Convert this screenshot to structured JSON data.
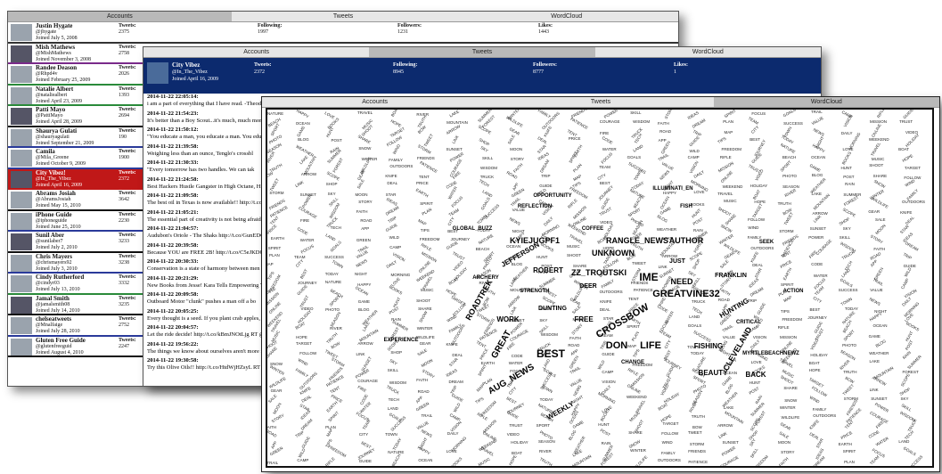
{
  "tabs": [
    "Accounts",
    "Tweets",
    "WordCloud"
  ],
  "stat_labels": {
    "tweets": "Tweets:",
    "following": "Following:",
    "followers": "Followers:",
    "likes": "Likes:"
  },
  "top_account": {
    "tweets": "2375",
    "following": "1997",
    "followers": "1231",
    "likes": "1443"
  },
  "accounts": [
    {
      "name": "Justin Hygate",
      "handle": "@jhygate",
      "joined": "Joined July 5, 2008",
      "tweets": "2375"
    },
    {
      "name": "Mish Mathews",
      "handle": "@MishMathews",
      "joined": "Joined November 3, 2008",
      "tweets": "2758"
    },
    {
      "name": "Randee Deason",
      "handle": "@Rhpd4v",
      "joined": "Joined February 25, 2009",
      "tweets": "2026"
    },
    {
      "name": "Natalie Albert",
      "handle": "@nataliealbert",
      "joined": "Joined April 23, 2009",
      "tweets": "1393"
    },
    {
      "name": "Patti Mayo",
      "handle": "@PattiMayo",
      "joined": "Joined April 28, 2009",
      "tweets": "2694"
    },
    {
      "name": "Shaurya Gulati",
      "handle": "@shauryagulati",
      "joined": "Joined September 21, 2009",
      "tweets": "190"
    },
    {
      "name": "Camila",
      "handle": "@Mila_Greene",
      "joined": "Joined October 9, 2009",
      "tweets": "1900"
    },
    {
      "name": "City Vibez!",
      "handle": "@In_The_Vibez",
      "joined": "Joined April 16, 2009",
      "tweets": "2372"
    },
    {
      "name": "Abrams Josiah",
      "handle": "@AbramsJosiah",
      "joined": "Joined May 15, 2010",
      "tweets": "3642"
    },
    {
      "name": "iPhone Guide",
      "handle": "@iphoneguide",
      "joined": "Joined June 25, 2010",
      "tweets": "2230"
    },
    {
      "name": "Sunil Aber",
      "handle": "@sunilaber7",
      "joined": "Joined July 2, 2010",
      "tweets": "3233"
    },
    {
      "name": "Chris Mayers",
      "handle": "@chrismayers92",
      "joined": "Joined July 3, 2010",
      "tweets": "3238"
    },
    {
      "name": "Cindy Rutherford",
      "handle": "@cindyr03",
      "joined": "Joined July 13, 2010",
      "tweets": "3332"
    },
    {
      "name": "Jamal Smith",
      "handle": "@jamalsmith08",
      "joined": "Joined July 14, 2010",
      "tweets": "3235"
    },
    {
      "name": "chelseatweets",
      "handle": "@Mnalfaige",
      "joined": "Joined July 28, 2010",
      "tweets": "2752"
    },
    {
      "name": "Gluten Free Guide",
      "handle": "@glutenfreeguid",
      "joined": "Joined August 4, 2010",
      "tweets": "2247"
    }
  ],
  "account_colors": [
    "#333333",
    "#7a2a8a",
    "#2a8a3a",
    "#2a8a3a",
    "#111111",
    "#2a3a9a",
    "#2a3a9a",
    "#c01818",
    "#111111",
    "#2a3a9a",
    "#111111",
    "#2a3a9a",
    "#2a8a3a",
    "#111111",
    "#2a3a9a",
    "#111111"
  ],
  "selected_index": 7,
  "profile": {
    "name": "City Vibez",
    "handle": "@In_The_Vibez",
    "joined": "Joined April 16, 2009",
    "tweets": "2372",
    "following": "8945",
    "followers": "8777",
    "likes": "1"
  },
  "tweets": [
    {
      "time": "2014-11-22 22:05:14:",
      "text": "i am a part of everything that I have read. -Theodore Roosevelt"
    },
    {
      "time": "2014-11-22 21:54:23:",
      "text": "It's better than a Boy Scout...it's much, much more!! h"
    },
    {
      "time": "2014-11-22 21:50:12:",
      "text": "\"You educate a man, you educate a man. You educ"
    },
    {
      "time": "2014-11-22 21:39:58:",
      "text": "Weighing less than an ounce, Tenglo's crossbl"
    },
    {
      "time": "2014-11-22 21:30:33:",
      "text": "\"Every tomorrow has two handles. We can tak"
    },
    {
      "time": "2014-11-22 21:24:58:",
      "text": "Best Hackers Hustle Gangster in High Octane, High"
    },
    {
      "time": "2014-11-22 21:09:58:",
      "text": "The best oil in Texas is now available!!  http://t.co/"
    },
    {
      "time": "2014-11-22 21:05:21:",
      "text": "The essential part of creativity is not being afraid t"
    },
    {
      "time": "2014-11-22 21:04:57:",
      "text": "Audubon's Oriole - The Shaks http://t.co/GunEDCo"
    },
    {
      "time": "2014-11-22 20:39:58:",
      "text": "Because YOU are FREE 2B! http://t.co/C5eJKDC"
    },
    {
      "time": "2014-11-22 20:30:33:",
      "text": "Conservation is a state of harmony between men an"
    },
    {
      "time": "2014-11-22 20:21:29:",
      "text": "New Books from Jesse! Kara Tells Empowering Tale"
    },
    {
      "time": "2014-11-22 20:09:58:",
      "text": "Outboard Motor \"clunk\" pushes a man off a bo"
    },
    {
      "time": "2014-11-22 20:05:25:",
      "text": "Every thought is a seed. If you plant crab apples, do"
    },
    {
      "time": "2014-11-22 20:04:57:",
      "text": "Let the ride decide! http://t.co/kBmJNOtLjg RT @"
    },
    {
      "time": "2014-11-22 19:56:22:",
      "text": "The things we know about ourselves aren't more real"
    },
    {
      "time": "2014-11-22 19:30:58:",
      "text": "Try this Olive Oils!! http://t.co/HtdWjHZsyL RT @"
    }
  ],
  "wordcloud": {
    "words": [
      {
        "text": "GREATVINE32",
        "size": 11,
        "angle": 0
      },
      {
        "text": "CROSSBOW",
        "size": 11,
        "angle": -30
      },
      {
        "text": "BEST",
        "size": 12,
        "angle": 0
      },
      {
        "text": "DON",
        "size": 11,
        "angle": 0
      },
      {
        "text": "LIFE",
        "size": 11,
        "angle": 0
      },
      {
        "text": "IME",
        "size": 12,
        "angle": 0
      },
      {
        "text": "NEED",
        "size": 9,
        "angle": 0
      },
      {
        "text": "AUTHOR",
        "size": 9,
        "angle": 0
      },
      {
        "text": "KYIEJUGPF1",
        "size": 9,
        "angle": 0
      },
      {
        "text": "RANGLE_NEWS",
        "size": 9,
        "angle": 0
      },
      {
        "text": "UNKNOWN",
        "size": 9,
        "angle": 0
      },
      {
        "text": "ZZ_TROUTSKI",
        "size": 9,
        "angle": 0
      },
      {
        "text": "ROBERT",
        "size": 8,
        "angle": 0
      },
      {
        "text": "FISHING",
        "size": 8,
        "angle": 0
      },
      {
        "text": "AUG_NEWS",
        "size": 10,
        "angle": -30
      },
      {
        "text": "GREAT",
        "size": 10,
        "angle": -60
      },
      {
        "text": "CLEVELAND",
        "size": 9,
        "angle": -60
      },
      {
        "text": "JEFFERSON",
        "size": 8,
        "angle": -30
      },
      {
        "text": "ROADTREK",
        "size": 9,
        "angle": -60
      },
      {
        "text": "BEAUTY",
        "size": 8,
        "angle": 0
      },
      {
        "text": "BACK",
        "size": 8,
        "angle": 0
      },
      {
        "text": "HUNTING",
        "size": 8,
        "angle": -30
      },
      {
        "text": "FRANKLIN",
        "size": 7,
        "angle": 0
      },
      {
        "text": "MYRTLEBEACHNEWZ",
        "size": 6,
        "angle": 0
      },
      {
        "text": "EXPERIENCE",
        "size": 6,
        "angle": 0
      },
      {
        "text": "CHANGE",
        "size": 6,
        "angle": 0
      },
      {
        "text": "COFFEE",
        "size": 6,
        "angle": 0
      },
      {
        "text": "FISH",
        "size": 6,
        "angle": 0
      },
      {
        "text": "ILLUMINATI_EN",
        "size": 6,
        "angle": 0
      },
      {
        "text": "REFLECTION",
        "size": 6,
        "angle": 0
      },
      {
        "text": "OPPORTUNITY",
        "size": 6,
        "angle": 0
      },
      {
        "text": "GLOBAL_BUZZ",
        "size": 6,
        "angle": 0
      },
      {
        "text": "STRENGTH",
        "size": 6,
        "angle": 0
      },
      {
        "text": "ARCHERY",
        "size": 6,
        "angle": 0
      },
      {
        "text": "WORK",
        "size": 8,
        "angle": 0
      },
      {
        "text": "FREE",
        "size": 8,
        "angle": 0
      },
      {
        "text": "CRITICAL",
        "size": 6,
        "angle": 0
      },
      {
        "text": "SEEK",
        "size": 6,
        "angle": 0
      },
      {
        "text": "ACTION",
        "size": 6,
        "angle": 0
      },
      {
        "text": "WEEKLY",
        "size": 8,
        "angle": -30
      },
      {
        "text": "DEER",
        "size": 7,
        "angle": 0
      },
      {
        "text": "JUST",
        "size": 7,
        "angle": 0
      },
      {
        "text": "DUNTING",
        "size": 7,
        "angle": 0
      }
    ],
    "filler": [
      "NATURE",
      "HAPPY",
      "LOVE",
      "TRAVEL",
      "BOAT",
      "RIVER",
      "LAKE",
      "SUMMER",
      "WINTER",
      "FAMILY",
      "FRIENDS",
      "POWER",
      "SKILL",
      "STORY",
      "IDEAS",
      "SPIRIT",
      "FOCUS",
      "GOALS",
      "TRAIL",
      "CAMP",
      "RIFLE",
      "GUIDE",
      "BEACH",
      "OCEAN",
      "BOOKS",
      "MUSIC",
      "HOPE",
      "TRUTH",
      "MOUNTAIN",
      "FOREST",
      "WILDLIFE",
      "OUTDOORS",
      "PATIENCE",
      "COURAGE",
      "WISDOM",
      "FAITH",
      "DREAM",
      "PLAN",
      "TEAM",
      "SUCCESS",
      "VALUE",
      "VISION",
      "MISSION",
      "TRUST",
      "SPORT",
      "GAME",
      "HUNT",
      "SHOOT",
      "TARGET",
      "BOW",
      "ARROW",
      "SCOPE",
      "GEAR",
      "KNIFE",
      "TENT",
      "FIRE",
      "TRUCK",
      "ROAD",
      "TRIP",
      "MAP",
      "CITY",
      "TOWN",
      "NEWS",
      "DAILY",
      "ONLINE",
      "VIDEO",
      "PHOTO",
      "BLOG",
      "POST",
      "SHARE",
      "FOLLOW",
      "TWEET",
      "LINK",
      "SHOP",
      "SALE",
      "DEAL",
      "PRICE",
      "CODE",
      "TECH",
      "APP",
      "GUIDE",
      "TIPS",
      "BEST",
      "TODAY",
      "NIGHT",
      "MORNING",
      "WEEKEND",
      "HOLIDAY",
      "SEASON",
      "WEATHER",
      "RAIN",
      "SNOW",
      "WIND",
      "STORM",
      "SUNSET",
      "SKY",
      "MOON",
      "STAR",
      "EARTH",
      "WATER",
      "LAND",
      "GREEN",
      "WILD",
      "FREEDOM",
      "JOURNEY"
    ]
  }
}
